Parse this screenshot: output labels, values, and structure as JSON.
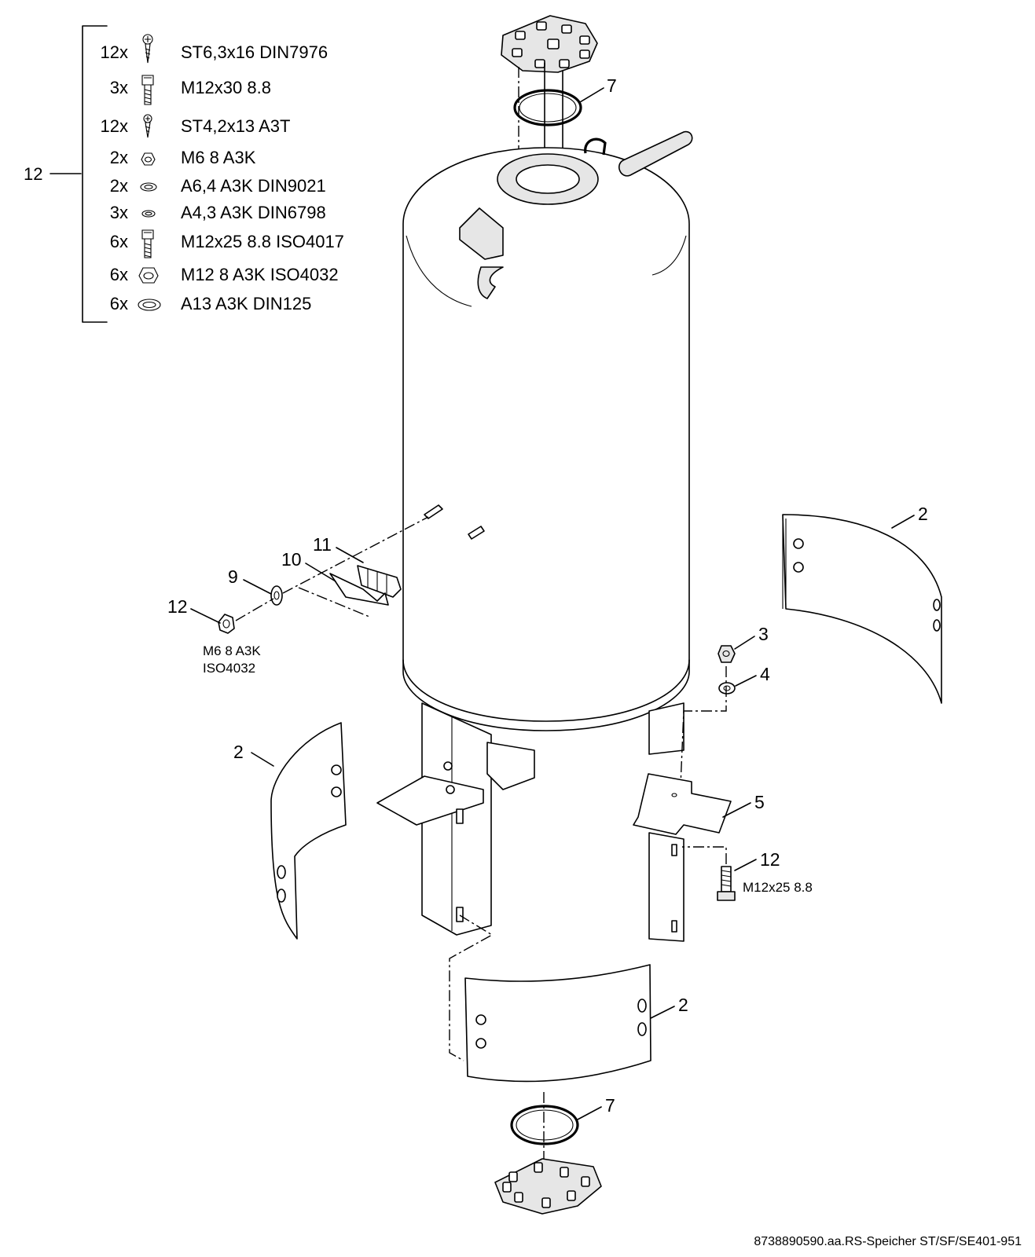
{
  "parts_list": {
    "group_label": "12",
    "items": [
      {
        "qty": "12x",
        "spec": "ST6,3x16 DIN7976",
        "icon": "tapping-screw-icon"
      },
      {
        "qty": "3x",
        "spec": "M12x30 8.8",
        "icon": "hex-bolt-icon"
      },
      {
        "qty": "12x",
        "spec": "ST4,2x13 A3T",
        "icon": "tapping-screw-icon"
      },
      {
        "qty": "2x",
        "spec": "M6 8 A3K",
        "icon": "hex-nut-icon"
      },
      {
        "qty": "2x",
        "spec": "A6,4 A3K DIN9021",
        "icon": "washer-icon"
      },
      {
        "qty": "3x",
        "spec": "A4,3 A3K DIN6798",
        "icon": "washer-icon"
      },
      {
        "qty": "6x",
        "spec": "M12x25 8.8 ISO4017",
        "icon": "hex-bolt-icon"
      },
      {
        "qty": "6x",
        "spec": "M12 8 A3K ISO4032",
        "icon": "hex-nut-icon"
      },
      {
        "qty": "6x",
        "spec": "A13 A3K DIN125",
        "icon": "washer-icon"
      }
    ]
  },
  "callouts": {
    "flange_seal_top": "7",
    "flange_seal_bottom": "7",
    "bracket": "11",
    "clip": "10",
    "washer": "9",
    "nut": "12",
    "panel_right": "2",
    "panel_left": "2",
    "panel_bottom": "2",
    "hex_nut": "3",
    "lock_washer": "4",
    "foot_plate": "5",
    "bolt": "12"
  },
  "annotations": {
    "nut_spec_line1": "M6 8 A3K",
    "nut_spec_line2": "ISO4032",
    "bolt_spec": "M12x25 8.8"
  },
  "footer": {
    "drawing_id": "8738890590.aa.RS-Speicher ST/SF/SE401-951"
  }
}
